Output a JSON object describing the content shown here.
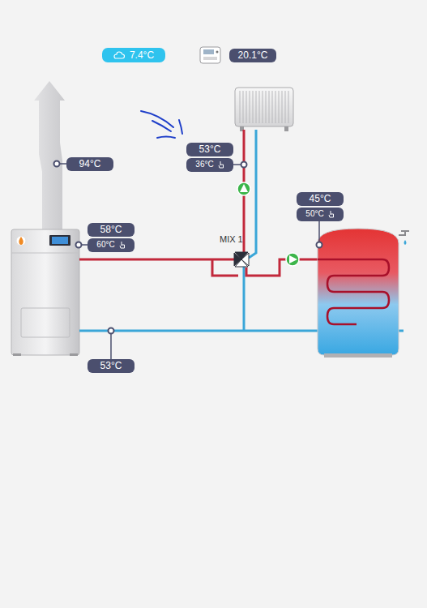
{
  "diagram": {
    "nodes": [
      {
        "text": [
          "7.4°C"
        ]
      },
      {
        "text": [
          "20.1°C"
        ]
      },
      {
        "text": [
          "94°C"
        ]
      },
      {
        "text": [
          "53°C"
        ]
      },
      {
        "text": [
          "36°C"
        ]
      },
      {
        "text": [
          "45°C"
        ]
      },
      {
        "text": [
          "50°C"
        ]
      },
      {
        "text": [
          "58°C"
        ]
      },
      {
        "text": [
          "60°C"
        ]
      },
      {
        "text": [
          "53°C"
        ]
      }
    ],
    "labels": [
      "MIX 1"
    ]
  }
}
